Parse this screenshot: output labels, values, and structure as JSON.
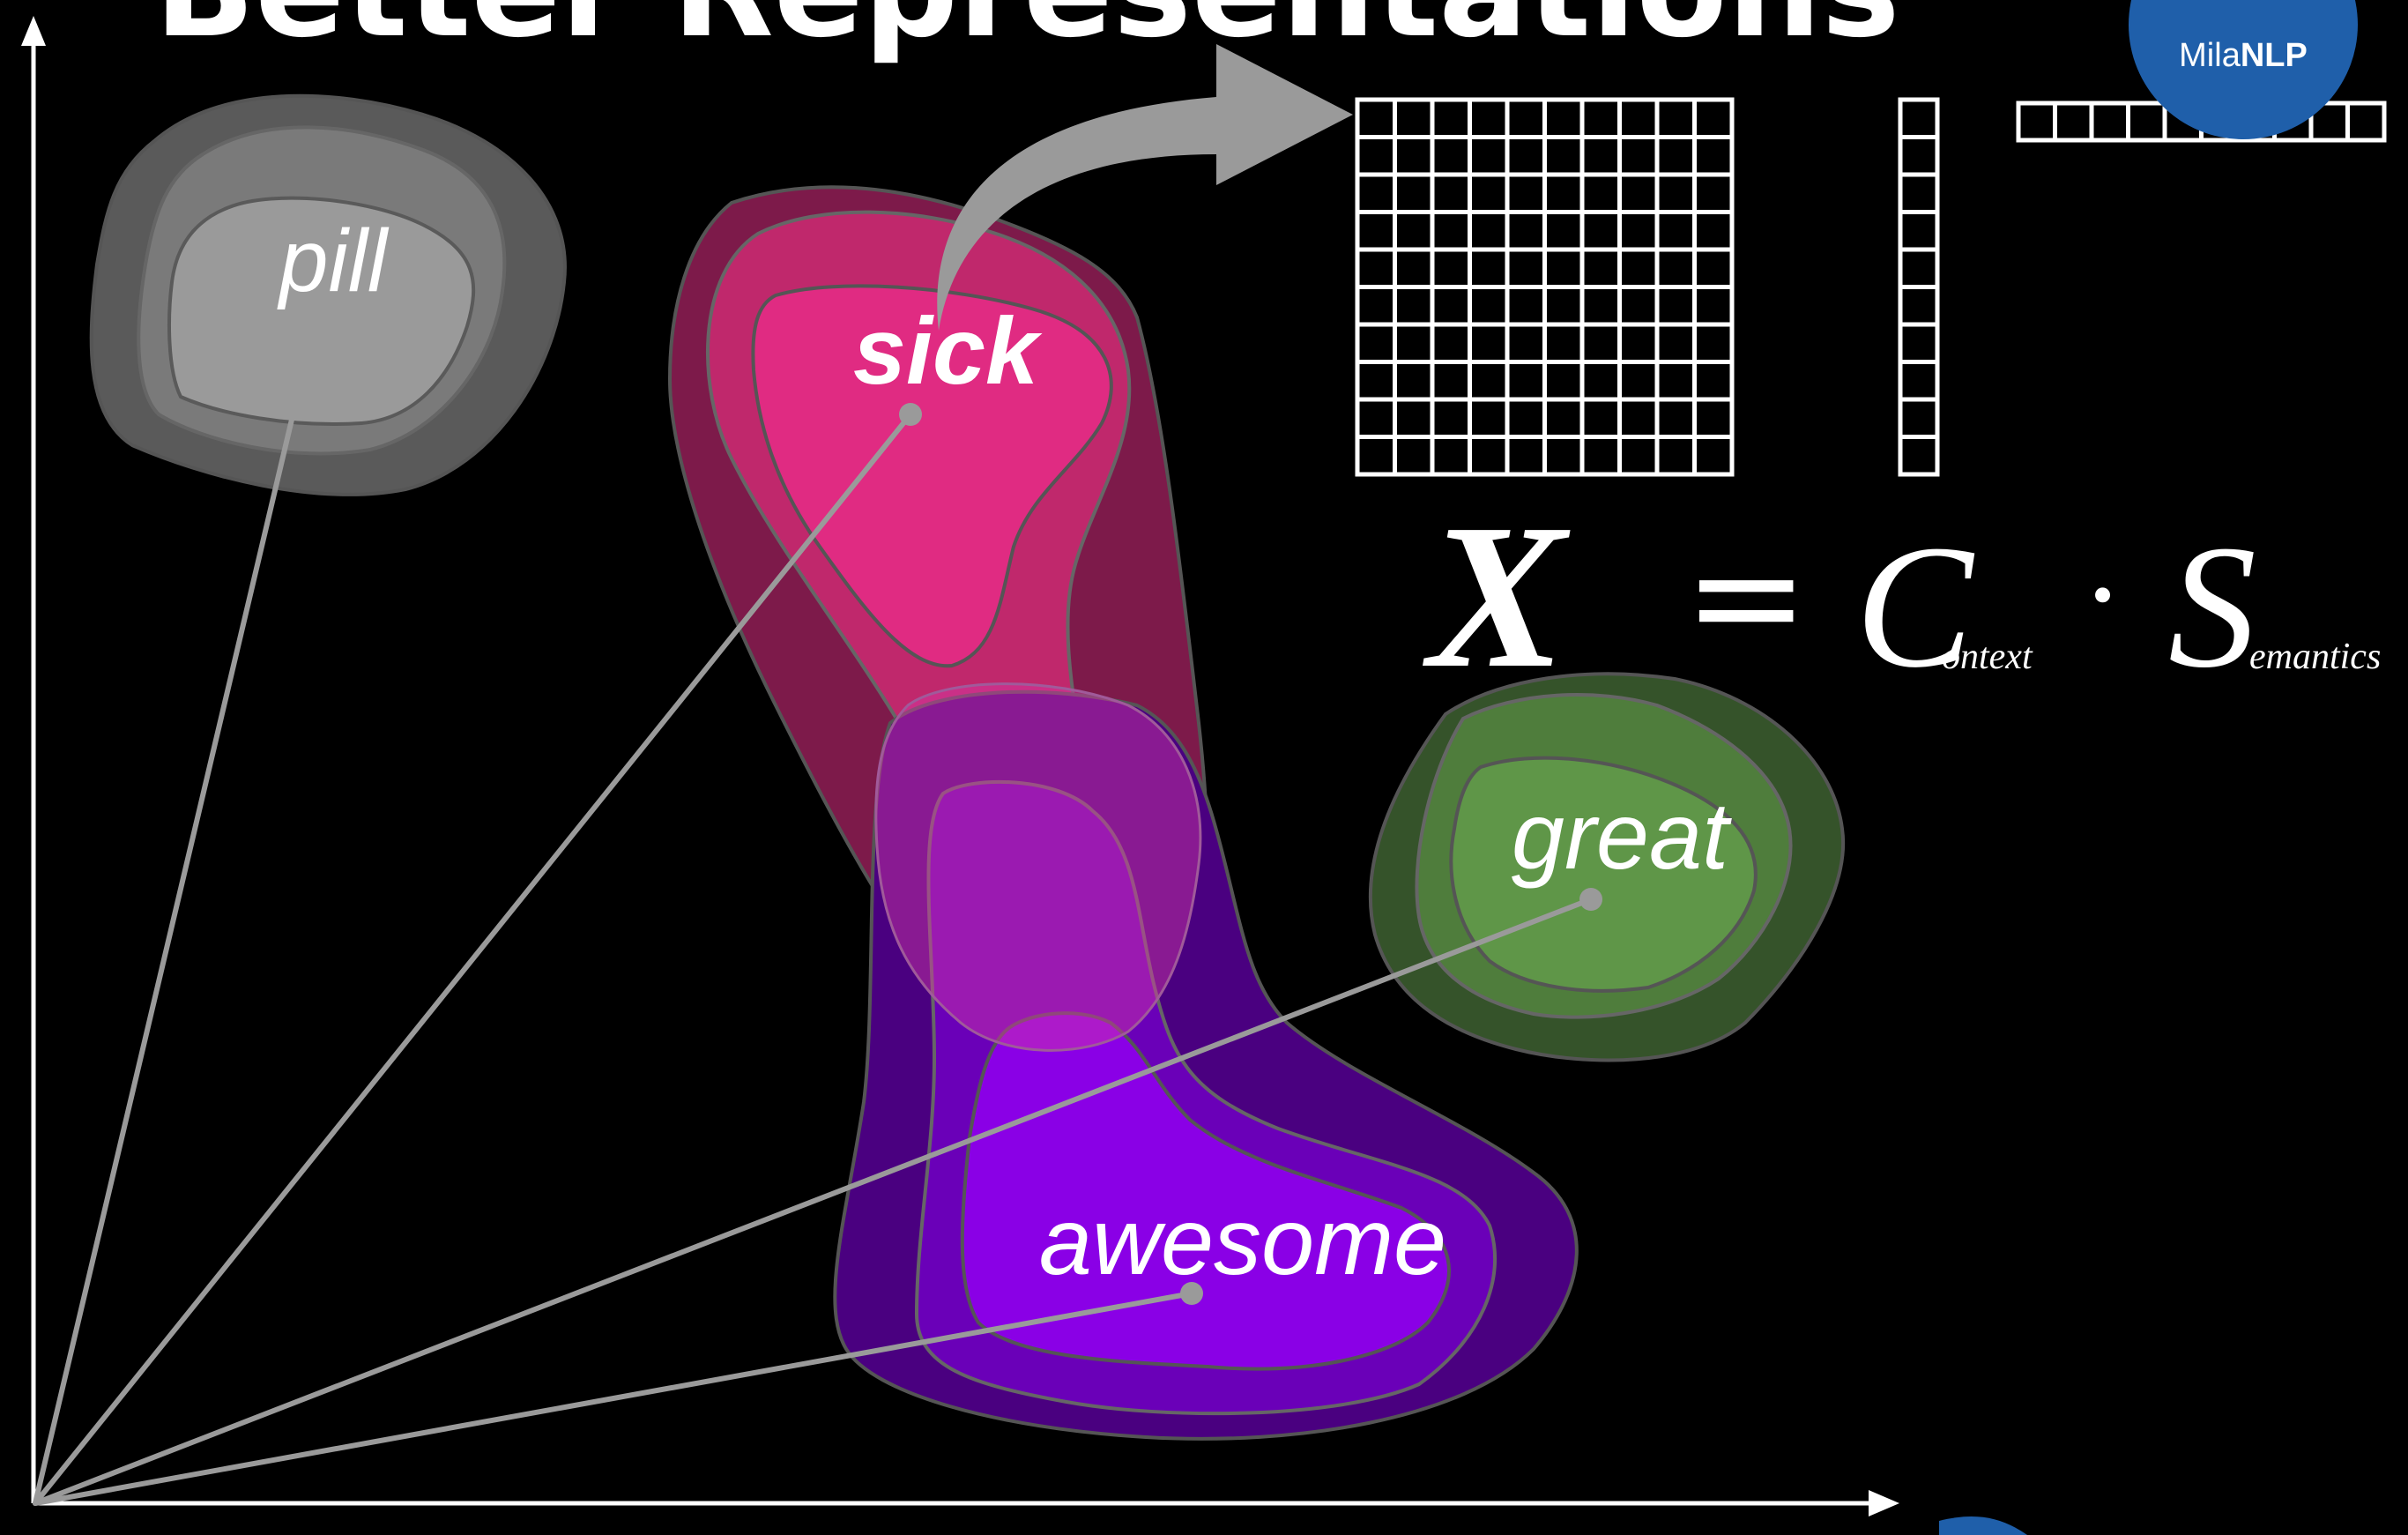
{
  "slide": {
    "title": "Better Representations"
  },
  "clusters": [
    {
      "id": "pill",
      "label": "pill",
      "color_outer": "#5a5a5a",
      "color_mid": "#7a7a7a",
      "color_inner": "#9a9a9a"
    },
    {
      "id": "sick",
      "label": "sick",
      "color_outer": "#7d1a4a",
      "color_mid": "#c0286c",
      "color_inner": "#e02b82"
    },
    {
      "id": "great",
      "label": "great",
      "color_outer": "#35532a",
      "color_mid": "#4f7d3c",
      "color_inner": "#5f9648"
    },
    {
      "id": "awesome",
      "label": "awesome",
      "color_outer": "#4a0080",
      "color_mid": "#6a00b8",
      "color_inner": "#8a00e6"
    }
  ],
  "equation": {
    "lhs": "X",
    "equals": "=",
    "context_initial": "C",
    "context_rest": "ontext",
    "dot": "·",
    "semantics_initial": "S",
    "semantics_rest": "emantics"
  },
  "logo": {
    "text_regular": "Mila",
    "text_bold": "NLP",
    "color": "#1f5faa"
  },
  "colors": {
    "background": "#000000",
    "axis": "#ffffff",
    "vector": "#9a9a9a",
    "arrow": "#9a9a9a",
    "grid": "#ffffff"
  }
}
